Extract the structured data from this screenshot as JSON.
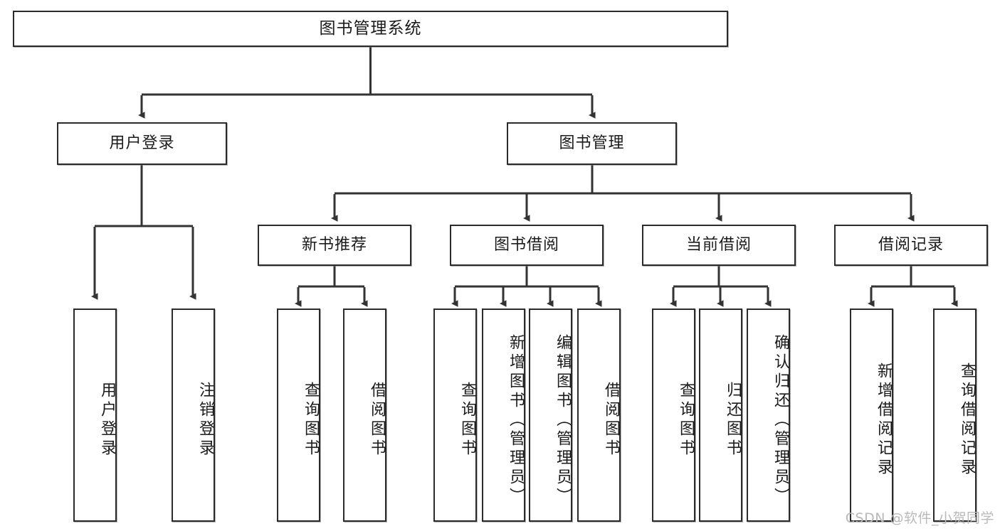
{
  "diagram": {
    "type": "tree-hierarchy",
    "title": "图书管理系统",
    "watermark": "CSDN @软件_小贺同学",
    "colors": {
      "box_border": "#2b2b2b",
      "box_fill": "#ffffff",
      "edge": "#333333",
      "text": "#1b1b1b",
      "watermark": "#b9b9b9"
    },
    "levels": {
      "root": {
        "label": "图书管理系统"
      },
      "level2": [
        {
          "id": "user-login",
          "label": "用户登录"
        },
        {
          "id": "book-manage",
          "label": "图书管理"
        }
      ],
      "level3": [
        {
          "id": "new-book-rec",
          "label": "新书推荐",
          "parent": "book-manage"
        },
        {
          "id": "book-borrow",
          "label": "图书借阅",
          "parent": "book-manage"
        },
        {
          "id": "current-borrow",
          "label": "当前借阅",
          "parent": "book-manage"
        },
        {
          "id": "borrow-record",
          "label": "借阅记录",
          "parent": "book-manage"
        }
      ],
      "leaves": [
        {
          "id": "leaf-user-login",
          "label": "用户登录",
          "parent": "user-login"
        },
        {
          "id": "leaf-user-logout",
          "label": "注销登录",
          "parent": "user-login"
        },
        {
          "id": "leaf-query-book-1",
          "label": "查询图书",
          "parent": "new-book-rec"
        },
        {
          "id": "leaf-borrow-book-1",
          "label": "借阅图书",
          "parent": "new-book-rec"
        },
        {
          "id": "leaf-query-book-2",
          "label": "查询图书",
          "parent": "book-borrow"
        },
        {
          "id": "leaf-add-book",
          "label": "新增图书（管理员）",
          "parent": "book-borrow"
        },
        {
          "id": "leaf-edit-book",
          "label": "编辑图书（管理员）",
          "parent": "book-borrow"
        },
        {
          "id": "leaf-borrow-book-2",
          "label": "借阅图书",
          "parent": "book-borrow"
        },
        {
          "id": "leaf-query-book-3",
          "label": "查询图书",
          "parent": "current-borrow"
        },
        {
          "id": "leaf-return-book",
          "label": "归还图书",
          "parent": "current-borrow"
        },
        {
          "id": "leaf-confirm-return",
          "label": "确认归还（管理员）",
          "parent": "current-borrow"
        },
        {
          "id": "leaf-add-record",
          "label": "新增借阅记录",
          "parent": "borrow-record"
        },
        {
          "id": "leaf-query-record",
          "label": "查询借阅记录",
          "parent": "borrow-record"
        }
      ]
    }
  }
}
